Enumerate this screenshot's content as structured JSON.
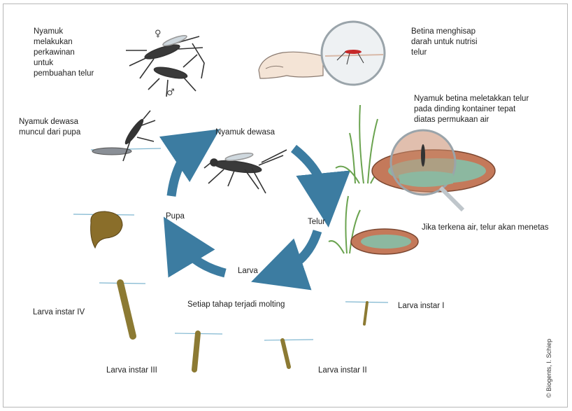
{
  "colors": {
    "cycle_arrow": "#3c7ca1",
    "water_line": "#7fb6d0",
    "larva_body": "#8c7a33",
    "pupa_body": "#8a6e2a",
    "container": "#c4795a",
    "container_water": "#8cb8a0",
    "grass": "#6aa34f",
    "skin": "#f4e4d6",
    "mosquito_dark": "#333333"
  },
  "labels": {
    "mating": "Nyamuk\nmelakukan\nperkawinan\nuntuk\npembuahan telur",
    "blood": "Betina menghisap\ndarah untuk nutrisi\ntelur",
    "laying": "Nyamuk betina meletakkan telur\npada dinding kontainer tepat\ndiatas permukaan air",
    "emerge": "Nyamuk dewasa\nmuncul dari pupa",
    "adult": "Nyamuk dewasa",
    "egg": "Telur",
    "pupa": "Pupa",
    "larva": "Larva",
    "hatch": "Jika terkena air, telur akan menetas",
    "molting": "Setiap tahap terjadi molting",
    "instar1": "Larva instar I",
    "instar2": "Larva instar II",
    "instar3": "Larva instar III",
    "instar4": "Larva instar IV"
  },
  "symbols": {
    "female": "♀",
    "male": "♂"
  },
  "copyright": "© Biogents, I. Schiep",
  "icons": [
    "mosquito-icon",
    "hand-icon",
    "magnifier-icon",
    "container-icon",
    "grass-icon",
    "pupa-icon",
    "larva-icon"
  ]
}
